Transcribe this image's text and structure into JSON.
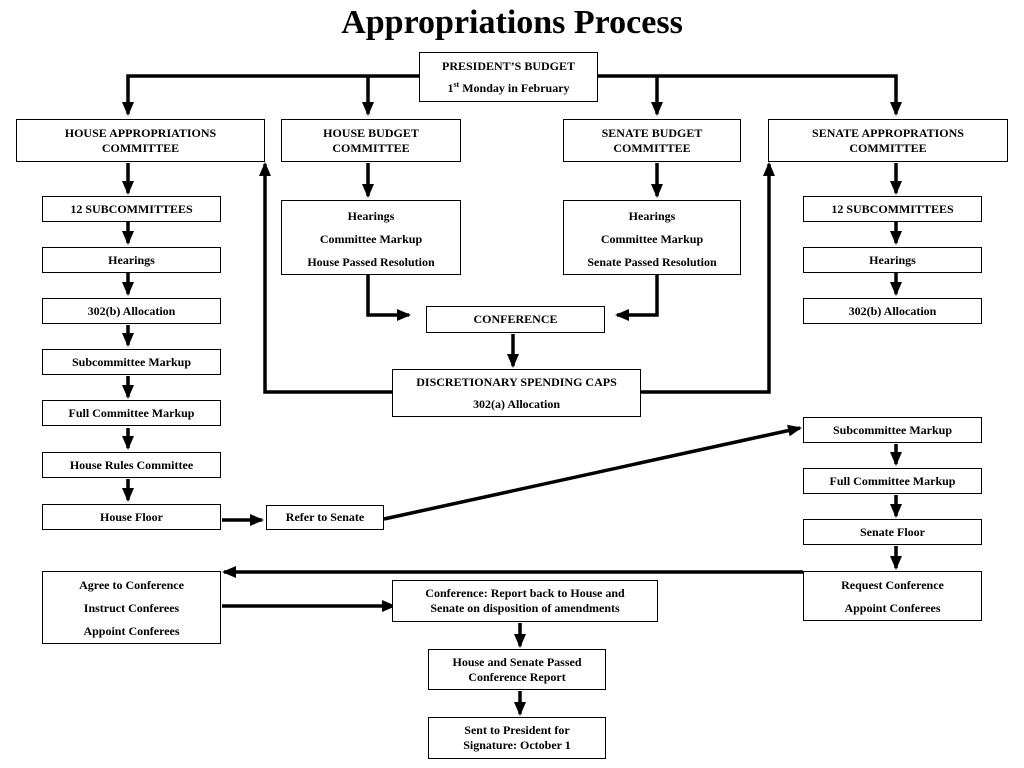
{
  "title": "Appropriations Process",
  "top": {
    "line1": "PRESIDENT’S BUDGET",
    "line2_num": "1",
    "line2_sup": "st",
    "line2_rest": " Monday in February"
  },
  "house_approp": {
    "name": "HOUSE APPROPRIATIONS COMMITTEE",
    "subcommittees": "12 SUBCOMMITTEES",
    "hearings": "Hearings",
    "allocation": "302(b) Allocation",
    "sub_markup": "Subcommittee Markup",
    "full_markup": "Full Committee Markup",
    "rules": "House Rules Committee",
    "floor": "House Floor"
  },
  "house_budget": {
    "name": "HOUSE BUDGET COMMITTEE",
    "steps": [
      "Hearings",
      "Committee Markup",
      "House Passed Resolution"
    ]
  },
  "senate_budget": {
    "name": "SENATE BUDGET COMMITTEE",
    "steps": [
      "Hearings",
      "Committee Markup",
      "Senate Passed Resolution"
    ]
  },
  "senate_approp": {
    "name": "SENATE APPROPRATIONS COMMITTEE",
    "subcommittees": "12 SUBCOMMITTEES",
    "hearings": "Hearings",
    "allocation": "302(b) Allocation",
    "sub_markup": "Subcommittee Markup",
    "full_markup": "Full Committee Markup",
    "floor": "Senate Floor",
    "request": [
      "Request Conference",
      "Appoint Conferees"
    ]
  },
  "conference": "CONFERENCE",
  "caps": {
    "line1": "DISCRETIONARY SPENDING CAPS",
    "line2": "302(a) Allocation"
  },
  "refer": "Refer to Senate",
  "agree": [
    "Agree to Conference",
    "Instruct Conferees",
    "Appoint Conferees"
  ],
  "conf_report": "Conference:  Report back to House and Senate on disposition of amendments",
  "passed": "House and Senate Passed Conference Report",
  "president": "Sent to President for Signature:  October 1",
  "colors": {
    "line": "#000000",
    "background": "#ffffff"
  }
}
